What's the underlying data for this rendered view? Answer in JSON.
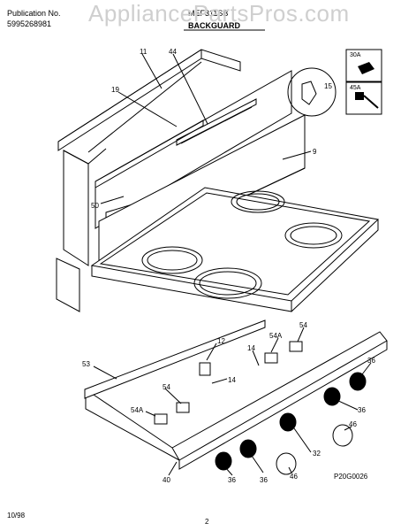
{
  "header": {
    "publication_label": "Publication No.",
    "publication_number": "5995268981",
    "model": "MEF311SB",
    "section": "BACKGUARD"
  },
  "watermark": "AppliancePartsPros.com",
  "callouts": {
    "c11": "11",
    "c44": "44",
    "c19": "19",
    "c15": "15",
    "c9": "9",
    "c50": "50",
    "c53": "53",
    "c14a": "14",
    "c14b": "14",
    "c12": "12",
    "c54a": "54A",
    "c54b": "54",
    "c54c": "54",
    "c54d": "54A",
    "c36a": "36",
    "c36b": "36",
    "c36c": "36",
    "c36d": "36",
    "c46a": "46",
    "c46b": "46",
    "c32": "32",
    "c40": "40"
  },
  "legend": {
    "part30a": "30A",
    "part45a": "45A"
  },
  "footer": {
    "diagram_code": "P20G0026",
    "date": "10/98",
    "page": "2"
  }
}
